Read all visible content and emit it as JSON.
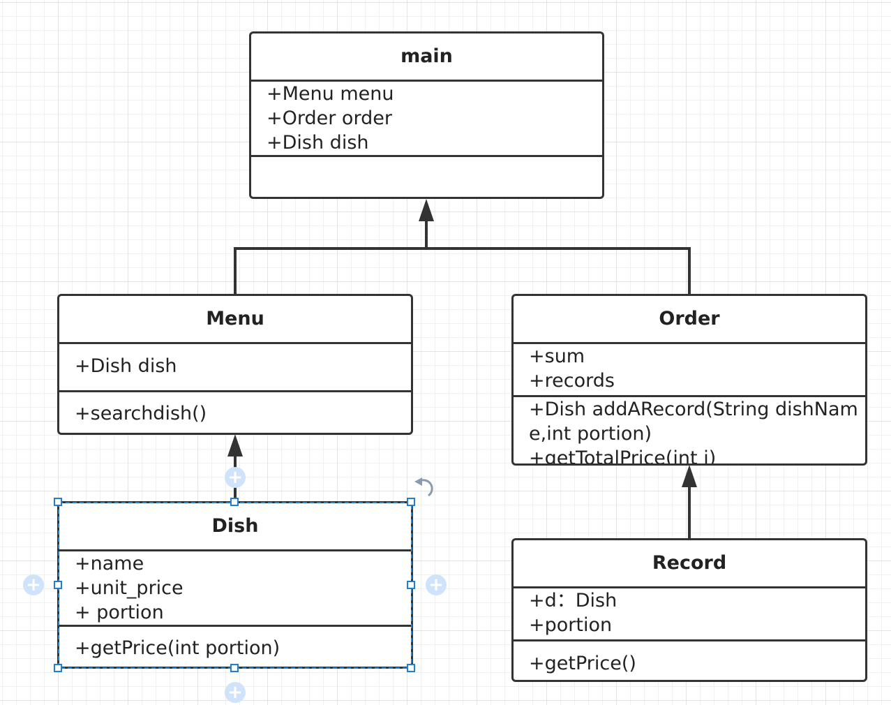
{
  "classes": {
    "main": {
      "name": "main",
      "attributes": [
        "+Menu menu",
        "+Order order",
        "+Dish dish"
      ],
      "methods": []
    },
    "menu": {
      "name": "Menu",
      "attributes": [
        "+Dish dish"
      ],
      "methods": [
        "+searchdish()"
      ]
    },
    "order": {
      "name": "Order",
      "attributes": [
        "+sum",
        "+records"
      ],
      "methods": [
        "+Dish addARecord(String dishName,int portion)",
        "+getTotalPrice(int i)"
      ]
    },
    "dish": {
      "name": "Dish",
      "attributes": [
        "+name",
        "+unit_price",
        "+ portion"
      ],
      "methods": [
        "+getPrice(int portion)"
      ]
    },
    "record": {
      "name": "Record",
      "attributes": [
        "+d：Dish",
        "+portion"
      ],
      "methods": [
        "+getPrice()"
      ]
    }
  },
  "colors": {
    "line": "#333333",
    "selection": "#1f7fd6",
    "grid": "#e3e3e3"
  },
  "icons": [
    "plus-icon",
    "rotate-icon"
  ]
}
